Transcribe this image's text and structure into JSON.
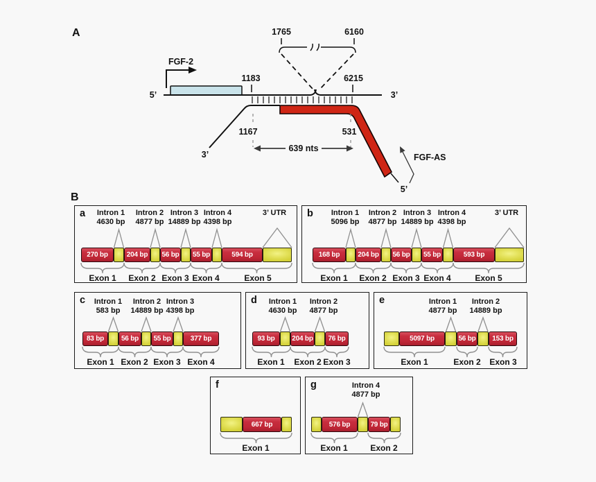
{
  "panelA": {
    "label": "A",
    "fgf2": "FGF-2",
    "fgfas": "FGF-AS",
    "span": "639 nts",
    "positions": {
      "p1765": "1765",
      "p6160": "6160",
      "p1183": "1183",
      "p6215": "6215",
      "p1167": "1167",
      "p531": "531"
    },
    "ends": {
      "sense5": "5’",
      "sense3": "3’",
      "anti3": "3’",
      "anti5": "5’"
    }
  },
  "panelB": {
    "label": "B",
    "panels": {
      "a": {
        "letter": "a",
        "introns": [
          {
            "name": "Intron 1",
            "size": "4630 bp"
          },
          {
            "name": "Intron 2",
            "size": "4877 bp"
          },
          {
            "name": "Intron 3",
            "size": "14889 bp"
          },
          {
            "name": "Intron 4",
            "size": "4398 bp"
          }
        ],
        "utr": "3’ UTR",
        "segments": [
          "270 bp",
          "204 bp",
          "56 bp",
          "55 bp",
          "594 bp"
        ],
        "exons": [
          "Exon 1",
          "Exon 2",
          "Exon 3",
          "Exon 4",
          "Exon 5"
        ]
      },
      "b": {
        "letter": "b",
        "introns": [
          {
            "name": "Intron 1",
            "size": "5096 bp"
          },
          {
            "name": "Intron 2",
            "size": "4877 bp"
          },
          {
            "name": "Intron 3",
            "size": "14889 bp"
          },
          {
            "name": "Intron 4",
            "size": "4398 bp"
          }
        ],
        "utr": "3’ UTR",
        "segments": [
          "168 bp",
          "204 bp",
          "56 bp",
          "55 bp",
          "593 bp"
        ],
        "exons": [
          "Exon 1",
          "Exon 2",
          "Exon 3",
          "Exon 4",
          "Exon 5"
        ]
      },
      "c": {
        "letter": "c",
        "introns": [
          {
            "name": "Intron 1",
            "size": "583 bp"
          },
          {
            "name": "Intron 2",
            "size": "14889 bp"
          },
          {
            "name": "Intron 3",
            "size": "4398 bp"
          }
        ],
        "segments": [
          "83 bp",
          "56 bp",
          "55 bp",
          "377 bp"
        ],
        "exons": [
          "Exon 1",
          "Exon 2",
          "Exon 3",
          "Exon 4"
        ]
      },
      "d": {
        "letter": "d",
        "introns": [
          {
            "name": "Intron 1",
            "size": "4630 bp"
          },
          {
            "name": "Intron 2",
            "size": "4877 bp"
          }
        ],
        "segments": [
          "93 bp",
          "204 bp",
          "76 bp"
        ],
        "exons": [
          "Exon 1",
          "Exon 2",
          "Exon 3"
        ]
      },
      "e": {
        "letter": "e",
        "introns": [
          {
            "name": "Intron 1",
            "size": "4877 bp"
          },
          {
            "name": "Intron 2",
            "size": "14889 bp"
          }
        ],
        "segments": [
          "5097 bp",
          "56 bp",
          "153 bp"
        ],
        "exons": [
          "Exon 1",
          "Exon 2",
          "Exon 3"
        ]
      },
      "f": {
        "letter": "f",
        "segments": [
          "667 bp"
        ],
        "exons": [
          "Exon 1"
        ]
      },
      "g": {
        "letter": "g",
        "introns": [
          {
            "name": "Intron 4",
            "size": "4877 bp"
          }
        ],
        "segments": [
          "576 bp",
          "79 bp"
        ],
        "exons": [
          "Exon 1",
          "Exon 2"
        ]
      }
    }
  },
  "colors": {
    "exon_red": "#c62a35",
    "utr_yellow": "#dedc4a",
    "fgf2_blue": "#c9e3ea",
    "fgfas_red": "#cf2615"
  }
}
